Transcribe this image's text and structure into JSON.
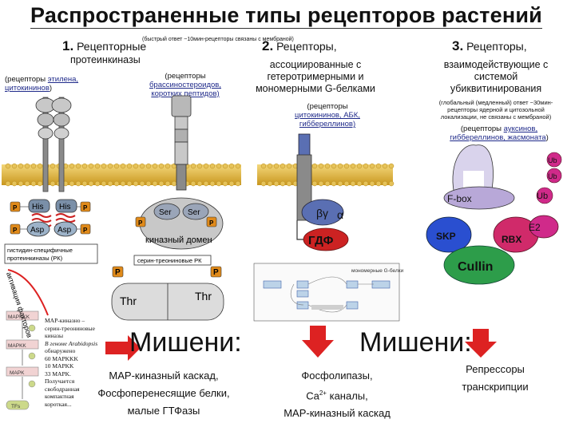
{
  "title": "Распространенные типы рецепторов растений",
  "fast_note": "(быстрый ответ ~10мин-рецепторы связаны с мембраной)",
  "col1": {
    "num": "1.",
    "title_line1": "Рецепторные",
    "title_line2": "протеинкиназы",
    "left_note_prefix": "(рецепторы ",
    "left_note_link1": "этилена,",
    "left_note_link2": "цитокининов",
    "left_note_suffix": ")",
    "right_note_line1": "(рецепторы",
    "right_note_line2": "брассиностероидов,",
    "right_note_line3": "коротких пептидов)",
    "his_left": "His",
    "his_right": "His",
    "asp_left": "Asp",
    "asp_right": "Asp",
    "p_label": "P",
    "ser_left": "Ser",
    "ser_right": "Ser",
    "kinase_domain": "киназный домен",
    "gist_label_line1": "гистидин-специфичные",
    "gist_label_line2": "протеинкиназы (РК)",
    "serthr_label": "серин-треониновые РК",
    "thr_left": "Thr",
    "thr_right": "Thr",
    "activation_label": "активация факторов",
    "mapk_text_lines": [
      "MAP-киназно –",
      "серин-треониновые",
      "киназы",
      "В геноме Arabidopsis",
      "обнаружено",
      "60 MAPKKK",
      "10 MAPKK",
      "33 MAPK.",
      "Получается",
      "свободранная",
      "компактная",
      "короткая..."
    ],
    "mapk_labels": [
      "MAPKKK",
      "MAPKK",
      "MAPK",
      "TFs"
    ]
  },
  "col2": {
    "num": "2.",
    "title_line1": "Рецепторы,",
    "cat_line1": "ассоциированные с",
    "cat_line2": "гетеротримерными и",
    "cat_line3": "мономерными G-белками",
    "note_line1": "(рецепторы",
    "note_line2": "цитокининов, АБК,",
    "note_line3": "гиббереллинов)",
    "beta_gamma": "βγ",
    "alpha": "α",
    "gdp": "ГДФ",
    "inset_title": "мономерные G-белки"
  },
  "col3": {
    "num": "3.",
    "title_line1": "Рецепторы,",
    "cat_line1": "взаимодействующие с",
    "cat_line2": "системой",
    "cat_line3": "убиквитинирования",
    "note_line1": "(глобальный (медленный) ответ ~30мин-",
    "note_line2": "рецепторы ядерной и цитозольной",
    "note_line3": "локализации, не связаны с мембраной)",
    "note2_prefix": "(рецепторы ",
    "note2_link1": "ауксинов,",
    "note2_link2": "гиббереллинов, жасмоната",
    "note2_suffix": ")",
    "ub": "Ub",
    "fbox": "F-box",
    "e2": "E2",
    "skp": "SKP",
    "rbx": "RBX",
    "cullin": "Cullin"
  },
  "targets": {
    "heading1": "Мишени:",
    "heading2": "Мишени:",
    "list1": [
      "MAP-киназный каскад,",
      "Фосфоперенесящие белки,",
      "малые ГТФазы"
    ],
    "list2_line1": "Фосфолипазы,",
    "list2_line2_a": "Ca",
    "list2_line2_sup": "2+",
    "list2_line2_b": " каналы,",
    "list2_line3": "MAP-киназный каскад",
    "list3": [
      "Репрессоры",
      "транскрипции"
    ]
  },
  "colors": {
    "membrane": "#d9b23a",
    "receptor_gray": "#b8b8b8",
    "his": "#7a8fa8",
    "asp": "#9db3c9",
    "phospho": "#e08a1a",
    "kinase": "#c8c8c8",
    "g_alpha": "#cc2222",
    "g_blue": "#5a6fb3",
    "ub": "#d02a8a",
    "fbox": "#b8a8d8",
    "cullin": "#2d9d4a",
    "skp": "#2a4fd0",
    "rbx": "#d02a6a",
    "arrow_red": "#dd2222"
  }
}
